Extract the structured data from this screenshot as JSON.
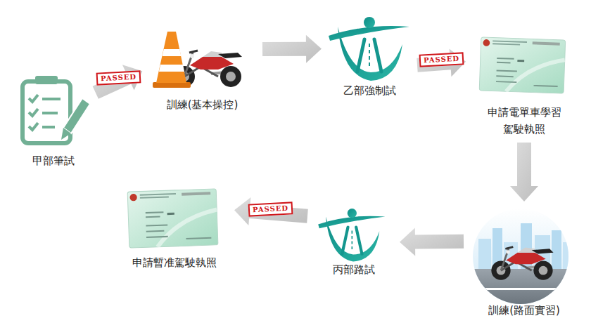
{
  "diagram": {
    "nodes": [
      {
        "text": [
          "甲部筆試"
        ]
      },
      {
        "text": [
          "訓練(基本操控)"
        ]
      },
      {
        "text": [
          "乙部強制試"
        ]
      },
      {
        "text": [
          "申請電單車學習 駕駛執照"
        ]
      },
      {
        "text": [
          "訓練(路面實習)"
        ]
      },
      {
        "text": [
          "丙部路試"
        ]
      },
      {
        "text": [
          "申請暫准駕駛執照"
        ]
      }
    ],
    "edges": [
      {
        "from": 0,
        "to": 1,
        "arrow": "to",
        "label": "PASSED"
      },
      {
        "from": 1,
        "to": 2,
        "arrow": "to"
      },
      {
        "from": 2,
        "to": 3,
        "arrow": "to",
        "label": "PASSED"
      },
      {
        "from": 3,
        "to": 4,
        "arrow": "to"
      },
      {
        "from": 4,
        "to": 5,
        "arrow": "to"
      },
      {
        "from": 5,
        "to": 6,
        "arrow": "to",
        "label": "PASSED"
      }
    ]
  }
}
